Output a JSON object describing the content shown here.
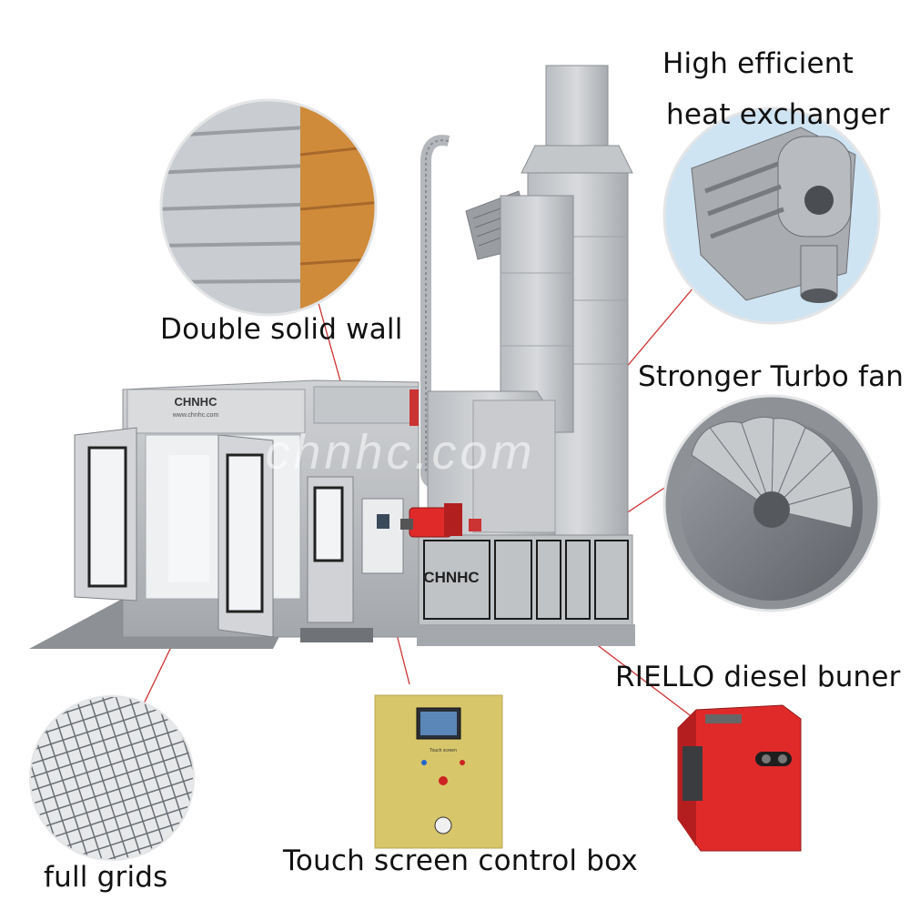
{
  "labels": {
    "heat_exchanger_line1": "High efficient",
    "heat_exchanger_line2": "heat exchanger",
    "double_wall": "Double solid wall",
    "turbo_fan": "Stronger Turbo fan",
    "burner": "RIELLO  diesel buner",
    "control_box": "Touch screen control box",
    "grids": "full grids"
  },
  "brand": {
    "booth_logo": "CHNHC",
    "booth_url": "www.chnhc.com",
    "panel_logo": "CHNHC",
    "watermark": "chnhc.com"
  },
  "control_panel": {
    "caption": "Touch screen"
  },
  "colors": {
    "booth": "#c9cccf",
    "burner": "#e02a2a",
    "leader_line": "#cc3333",
    "control_box": "#d8c66a"
  }
}
